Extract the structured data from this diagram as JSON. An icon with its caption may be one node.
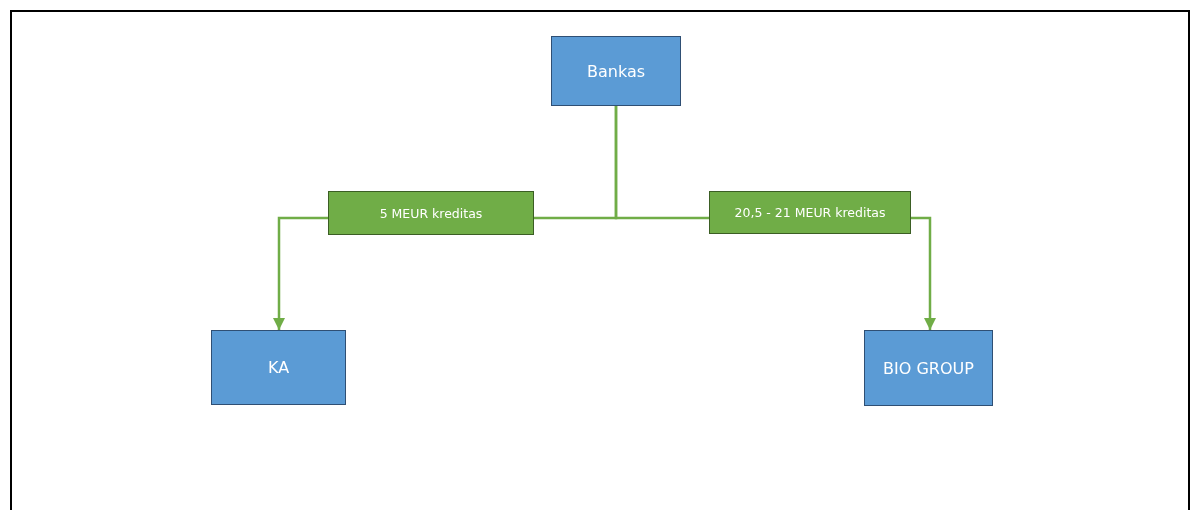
{
  "diagram": {
    "nodes": [
      {
        "text": [
          "Bankas"
        ]
      },
      {
        "text": [
          "KA"
        ]
      },
      {
        "text": [
          "BIO GROUP"
        ]
      }
    ],
    "edges": [
      {
        "from": 0,
        "to": 1,
        "arrow": "to",
        "label": "5 MEUR kreditas"
      },
      {
        "from": 0,
        "to": 2,
        "arrow": "to",
        "label": "20,5 - 21 MEUR kreditas"
      }
    ]
  }
}
